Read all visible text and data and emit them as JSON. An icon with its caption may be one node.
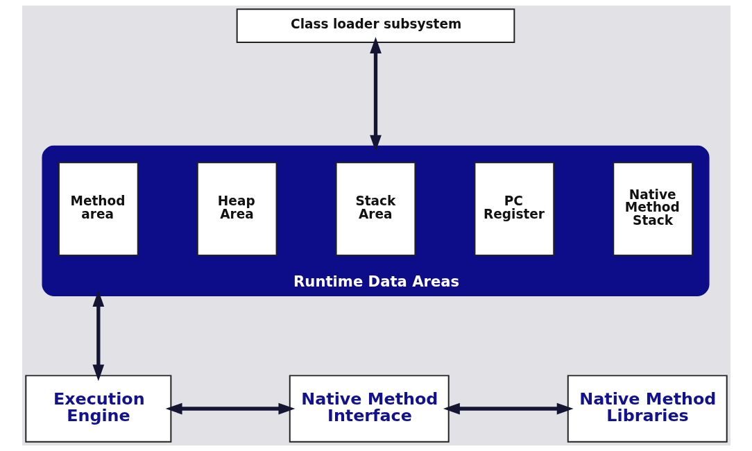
{
  "diagram": {
    "nodes": [
      {
        "text": [
          "Class loader subsystem"
        ]
      },
      {
        "text": [
          "Runtime Data Areas"
        ]
      },
      {
        "text": [
          "Method area"
        ],
        "in": 1
      },
      {
        "text": [
          "Heap Area"
        ],
        "in": 1
      },
      {
        "text": [
          "Stack Area"
        ],
        "in": 1
      },
      {
        "text": [
          "PC Register"
        ],
        "in": 1
      },
      {
        "text": [
          "Native Method Stack"
        ],
        "in": 1
      },
      {
        "text": [
          "Execution Engine"
        ]
      },
      {
        "text": [
          "Native Method Interface"
        ]
      },
      {
        "text": [
          "Native Method Libraries"
        ]
      }
    ],
    "edges": [
      {
        "from": 0,
        "to": 1,
        "arrow": "both"
      },
      {
        "from": 1,
        "to": 7,
        "arrow": "both"
      },
      {
        "from": 7,
        "to": 8,
        "arrow": "both"
      },
      {
        "from": 8,
        "to": 9,
        "arrow": "both"
      }
    ]
  }
}
